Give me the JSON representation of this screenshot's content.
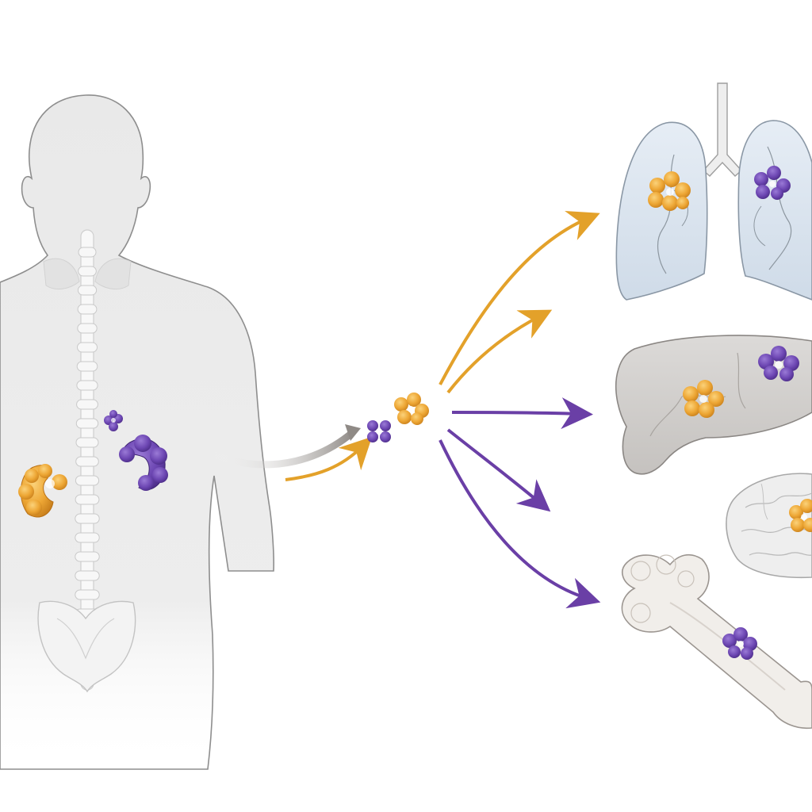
{
  "colors": {
    "background": "#ffffff",
    "body_fill": "#ebebeb",
    "body_stroke": "#8e8e8e",
    "skeleton": "#f7f7f7",
    "skeleton_stroke": "#c9c9c9",
    "orange_cluster": "#eda634",
    "orange_cluster_dark": "#c9801c",
    "purple_cluster": "#6d47b3",
    "purple_cluster_dark": "#4b2c87",
    "orange_arrow": "#e3a12a",
    "purple_arrow": "#6a3fa6",
    "gray_arrow": "#a9a9a9",
    "lung_fill": "#dfe7f0",
    "lung_stroke": "#8a97a5",
    "liver_fill": "#d4d2d0",
    "liver_stroke": "#8b8784",
    "brain_fill": "#eeeeee",
    "bone_fill": "#f1eeea",
    "bone_stroke": "#9b9590"
  },
  "scene": {
    "source": "human-body-back-view",
    "primary_sites": [
      {
        "organ": "left-kidney",
        "cluster_color": "orange"
      },
      {
        "organ": "right-kidney",
        "cluster_color": "purple"
      },
      {
        "organ": "adrenal-gland",
        "cluster_color": "purple"
      }
    ],
    "circulating_cells": [
      "purple",
      "orange"
    ],
    "targets": [
      {
        "organ": "lungs",
        "clusters": [
          "orange",
          "purple"
        ]
      },
      {
        "organ": "liver",
        "clusters": [
          "orange",
          "purple"
        ]
      },
      {
        "organ": "brain",
        "clusters": [
          "orange"
        ]
      },
      {
        "organ": "bone",
        "clusters": [
          "purple"
        ]
      }
    ],
    "arrows": [
      {
        "from": "body",
        "to": "circulating-cells",
        "color": "gray"
      },
      {
        "from": "body",
        "to": "circulating-cells",
        "color": "orange"
      },
      {
        "from": "circulating-cells",
        "to": "lungs",
        "color": "orange"
      },
      {
        "from": "circulating-cells",
        "to": "lungs",
        "color": "orange"
      },
      {
        "from": "circulating-cells",
        "to": "liver",
        "color": "purple"
      },
      {
        "from": "circulating-cells",
        "to": "brain",
        "color": "purple"
      },
      {
        "from": "circulating-cells",
        "to": "bone",
        "color": "purple"
      }
    ]
  }
}
